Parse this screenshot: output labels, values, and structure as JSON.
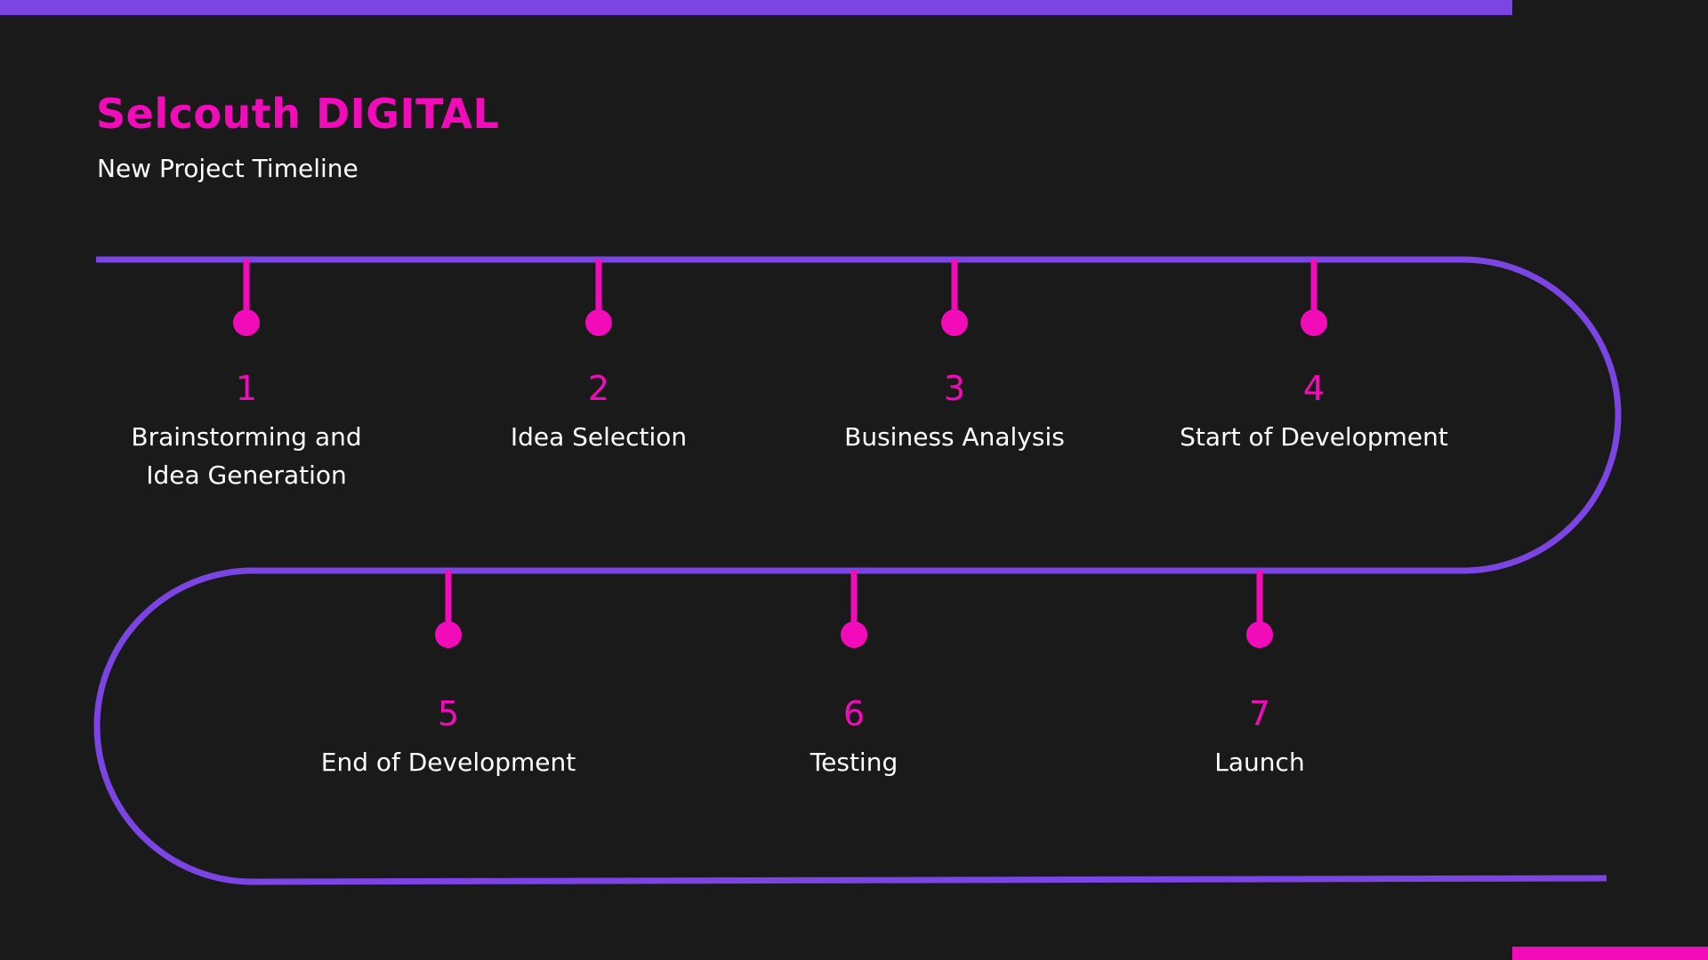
{
  "header": {
    "brand": "Selcouth DIGITAL",
    "subtitle": "New Project Timeline"
  },
  "colors": {
    "background": "#1b1a1b",
    "track": "#7b45e4",
    "accent": "#f20bb9",
    "text": "#ffffff"
  },
  "steps": [
    {
      "number": "1",
      "label": "Brainstorming and Idea Generation"
    },
    {
      "number": "2",
      "label": "Idea Selection"
    },
    {
      "number": "3",
      "label": "Business Analysis"
    },
    {
      "number": "4",
      "label": "Start of Development"
    },
    {
      "number": "5",
      "label": "End of Development"
    },
    {
      "number": "6",
      "label": "Testing"
    },
    {
      "number": "7",
      "label": "Launch"
    }
  ]
}
